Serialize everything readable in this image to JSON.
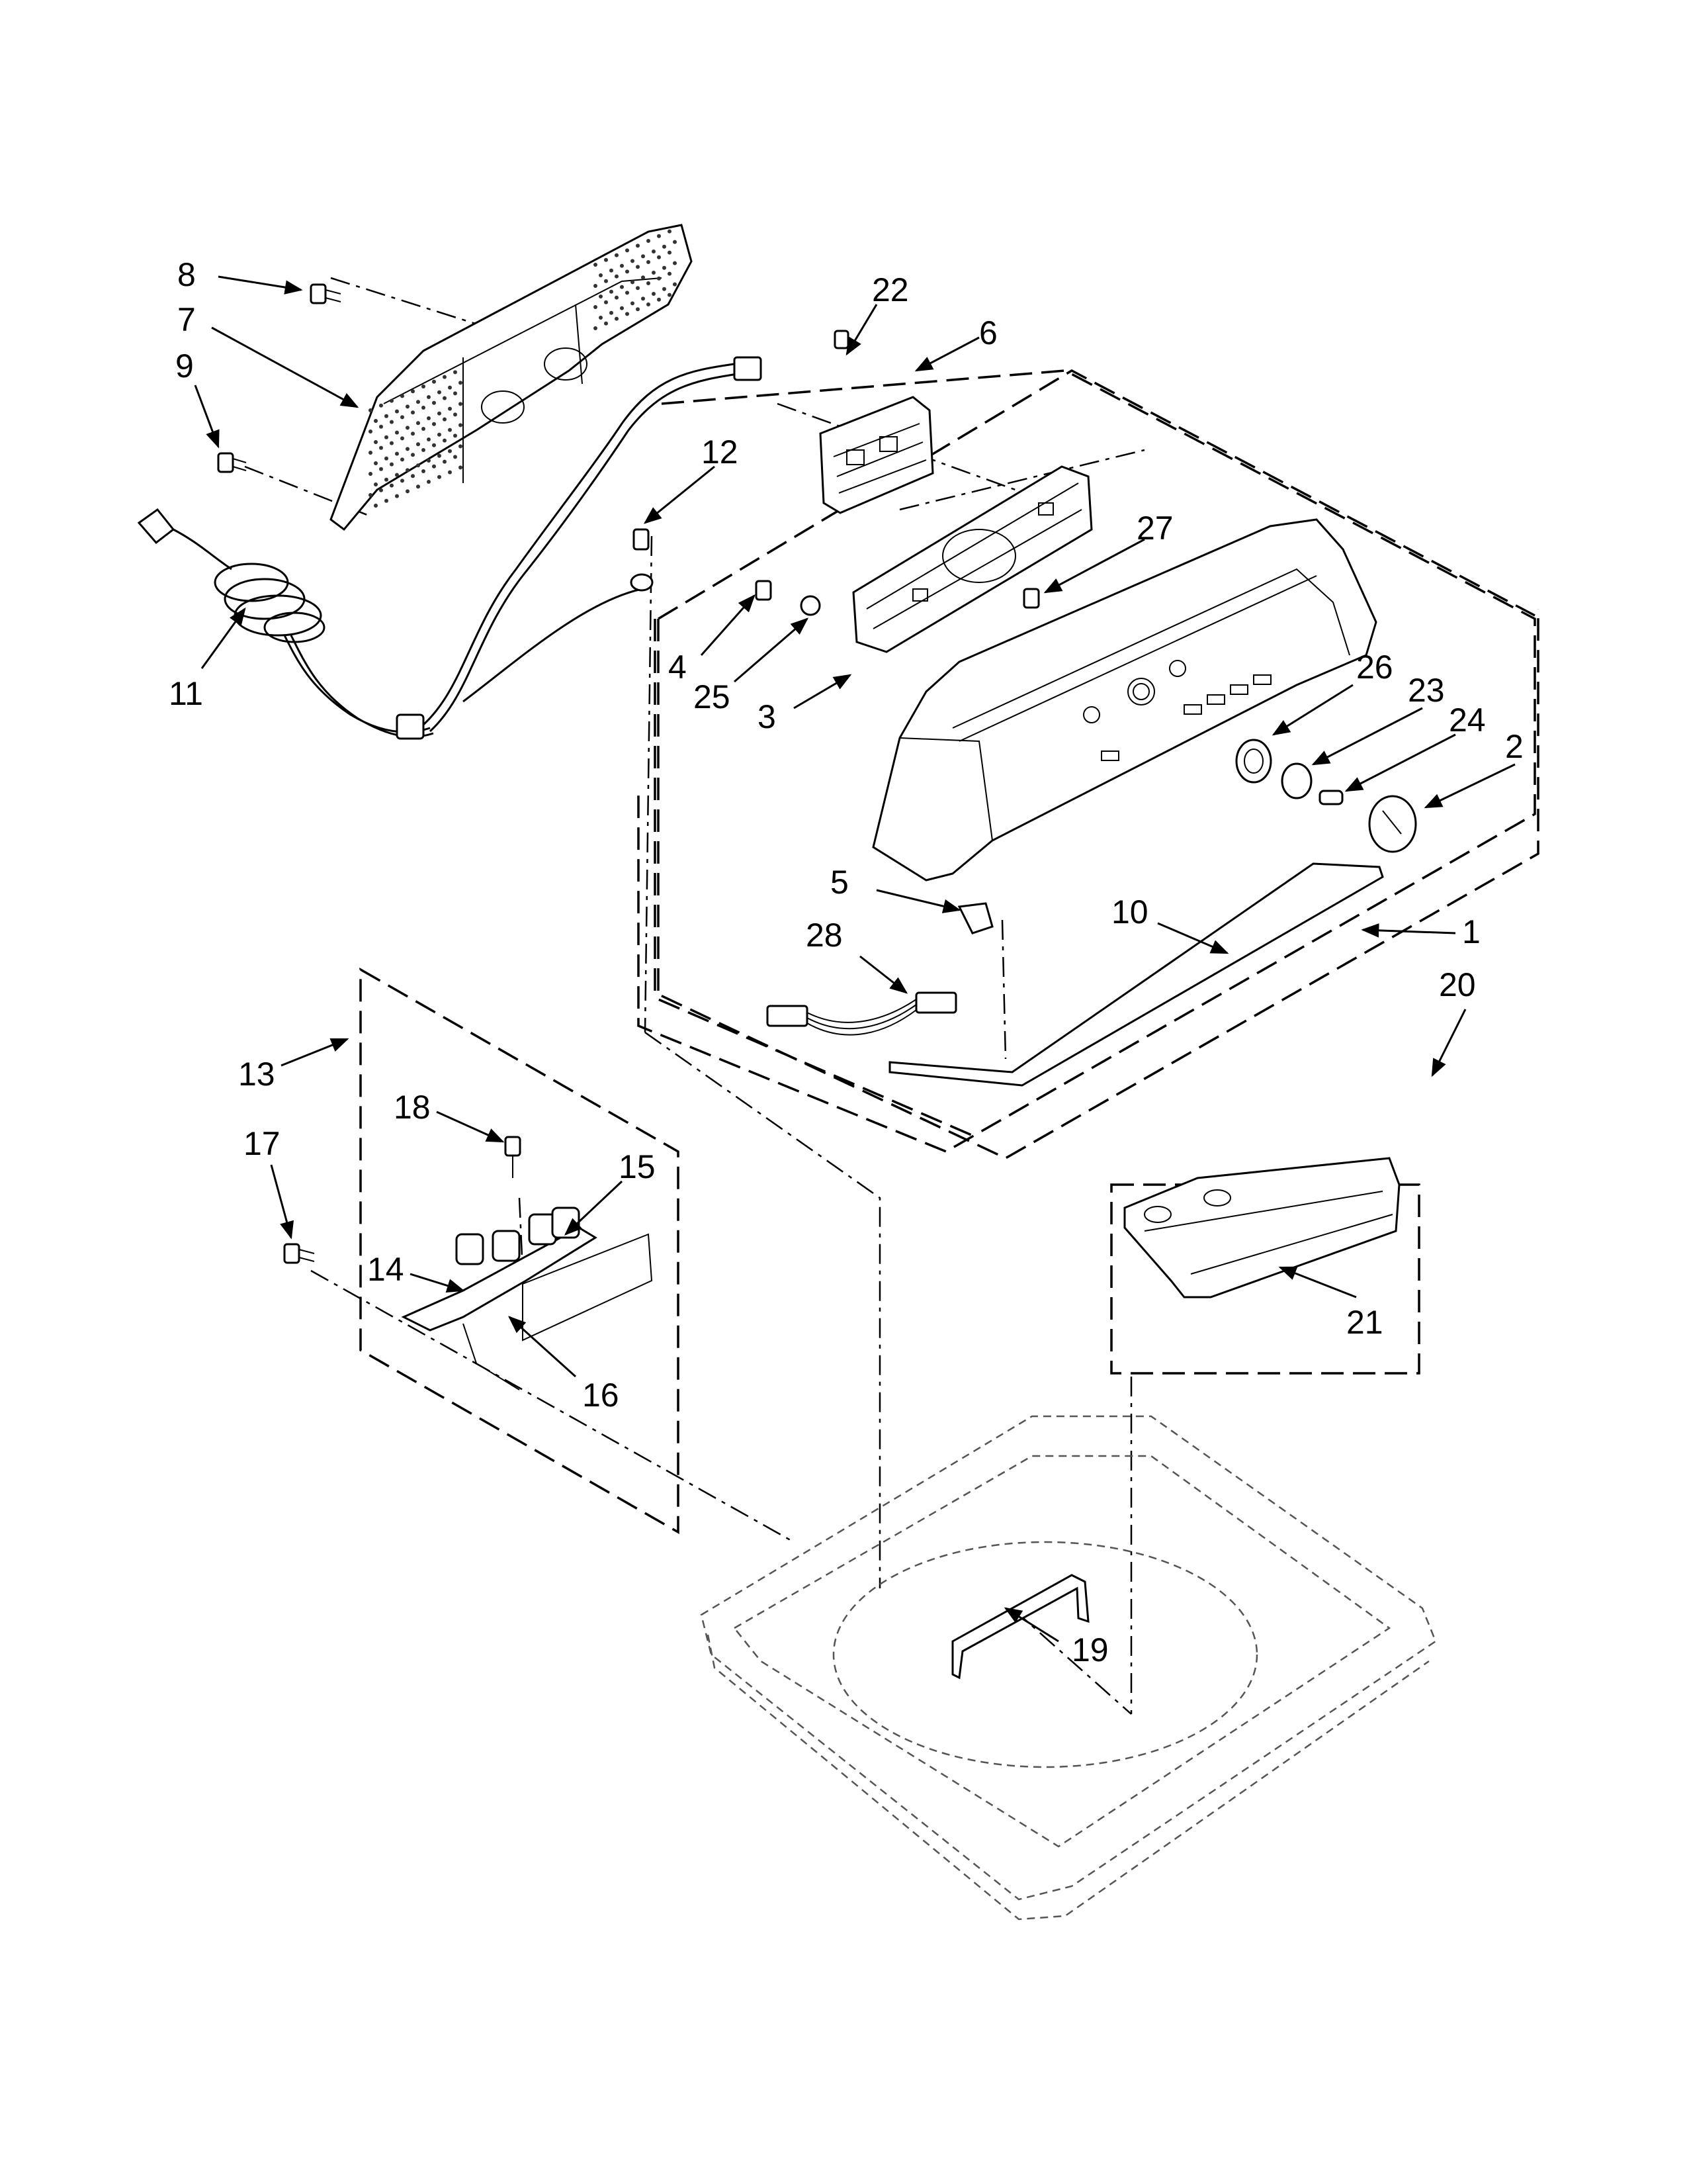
{
  "labels": [
    {
      "id": "1",
      "text": "1"
    },
    {
      "id": "2",
      "text": "2"
    },
    {
      "id": "3",
      "text": "3"
    },
    {
      "id": "4",
      "text": "4"
    },
    {
      "id": "5",
      "text": "5"
    },
    {
      "id": "6",
      "text": "6"
    },
    {
      "id": "7",
      "text": "7"
    },
    {
      "id": "8",
      "text": "8"
    },
    {
      "id": "9",
      "text": "9"
    },
    {
      "id": "10",
      "text": "10"
    },
    {
      "id": "11",
      "text": "11"
    },
    {
      "id": "12",
      "text": "12"
    },
    {
      "id": "13",
      "text": "13"
    },
    {
      "id": "14",
      "text": "14"
    },
    {
      "id": "15",
      "text": "15"
    },
    {
      "id": "16",
      "text": "16"
    },
    {
      "id": "17",
      "text": "17"
    },
    {
      "id": "18",
      "text": "18"
    },
    {
      "id": "19",
      "text": "19"
    },
    {
      "id": "20",
      "text": "20"
    },
    {
      "id": "21",
      "text": "21"
    },
    {
      "id": "22",
      "text": "22"
    },
    {
      "id": "23",
      "text": "23"
    },
    {
      "id": "24",
      "text": "24"
    },
    {
      "id": "25",
      "text": "25"
    },
    {
      "id": "26",
      "text": "26"
    },
    {
      "id": "27",
      "text": "27"
    },
    {
      "id": "28",
      "text": "28"
    }
  ]
}
